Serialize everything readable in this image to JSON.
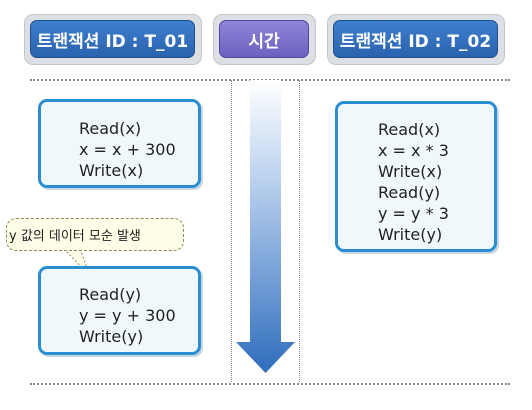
{
  "headers": {
    "t1": "트랜잭션 ID : T_01",
    "time": "시간",
    "t2": "트랜잭션 ID : T_02"
  },
  "t1_box1": [
    "Read(x)",
    "x = x + 300",
    "Write(x)"
  ],
  "t1_box2": [
    "Read(y)",
    "y = y + 300",
    "Write(y)"
  ],
  "t2_box": [
    "Read(x)",
    "x = x * 3",
    "Write(x)",
    "Read(y)",
    "y = y * 3",
    "Write(y)"
  ],
  "callout": "y 값의 데이터 모순 발생",
  "colors": {
    "box_border": "#2a8ed1",
    "box_fill": "#f1f8fc",
    "header_blue": "#2a62ae",
    "header_purple": "#6a62bf",
    "arrow_top": "#ffffff",
    "arrow_bottom": "#2f6dbd"
  }
}
